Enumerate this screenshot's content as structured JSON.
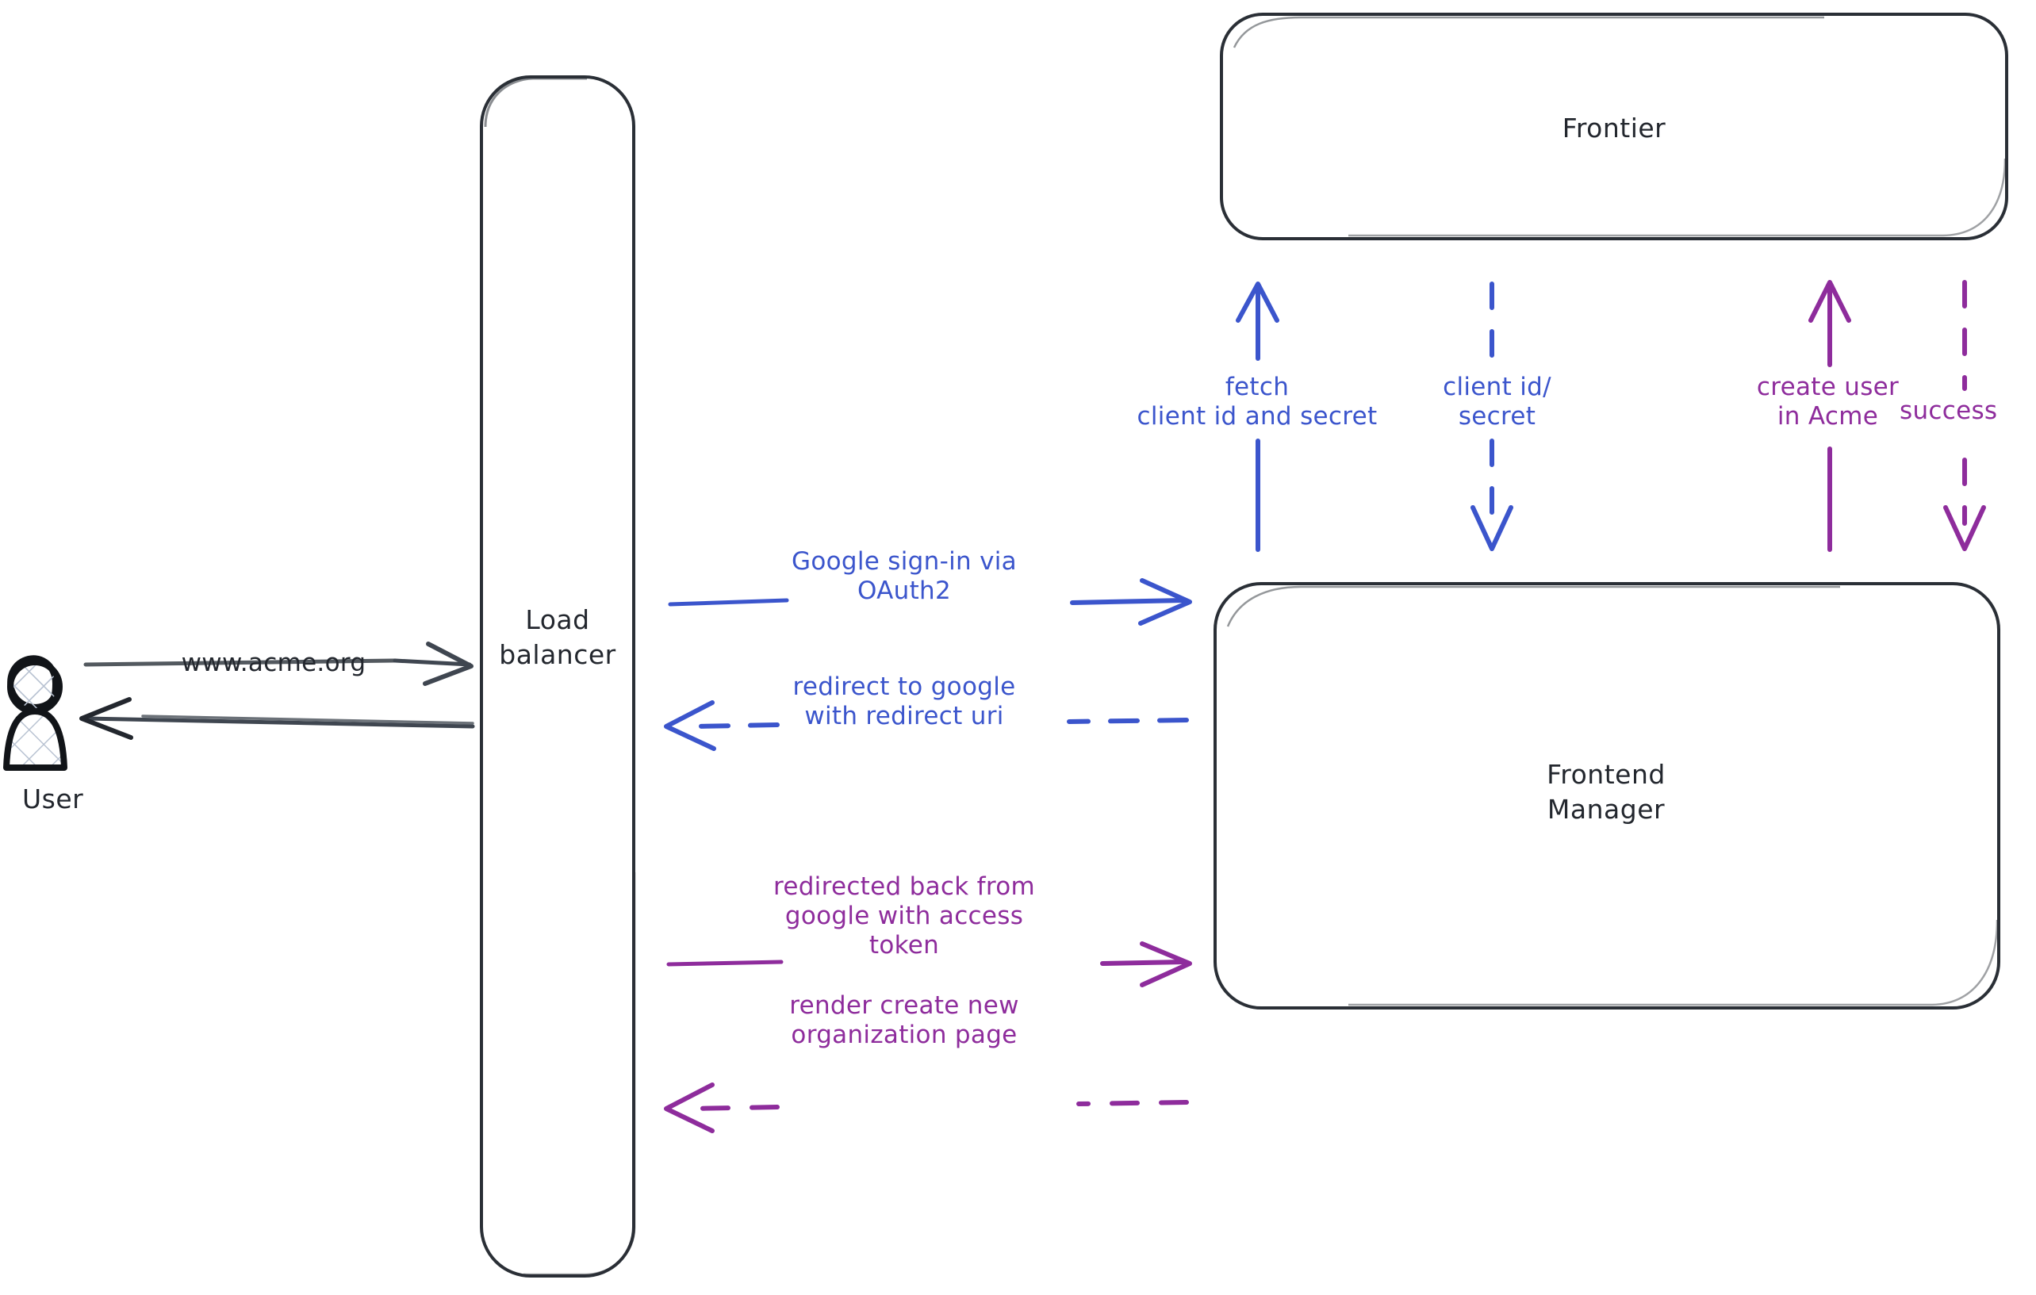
{
  "diagram": {
    "type": "sequence-architecture-flow",
    "background_color": "#ffffff",
    "nodes": [
      {
        "id": "user",
        "label": "User",
        "shape": "actor",
        "color": "#23272e"
      },
      {
        "id": "lb",
        "label": "Load\nbalancer",
        "shape": "rounded-rect",
        "color": "#2a2f36"
      },
      {
        "id": "frontier",
        "label": "Frontier",
        "shape": "rounded-rect",
        "color": "#2a2f36"
      },
      {
        "id": "fm",
        "label": "Frontend\nManager",
        "shape": "rounded-rect",
        "color": "#2a2f36"
      }
    ],
    "edges": [
      {
        "id": "e1",
        "label": "www.acme.org",
        "from": "user",
        "to": "lb",
        "style": "solid",
        "direction": "right",
        "color": "#3f4650"
      },
      {
        "id": "e2",
        "label": "",
        "from": "lb",
        "to": "user",
        "style": "solid",
        "direction": "left",
        "color": "#3f4650"
      },
      {
        "id": "e3",
        "label": "Google sign-in via\nOAuth2",
        "from": "lb",
        "to": "fm",
        "style": "solid",
        "direction": "right",
        "color": "#3b55cc"
      },
      {
        "id": "e4",
        "label": "redirect to google\nwith redirect uri",
        "from": "fm",
        "to": "lb",
        "style": "dashed",
        "direction": "left",
        "color": "#3b55cc"
      },
      {
        "id": "e5",
        "label": "fetch\nclient id and secret",
        "from": "fm",
        "to": "frontier",
        "style": "solid",
        "direction": "up",
        "color": "#3b55cc"
      },
      {
        "id": "e6",
        "label": "client id/\nsecret",
        "from": "frontier",
        "to": "fm",
        "style": "dashed",
        "direction": "down",
        "color": "#3b55cc"
      },
      {
        "id": "e7",
        "label": "redirected back from\ngoogle with access\ntoken",
        "from": "lb",
        "to": "fm",
        "style": "solid",
        "direction": "right",
        "color": "#8e2c9c"
      },
      {
        "id": "e8",
        "label": "render create new\norganization page",
        "from": "fm",
        "to": "lb",
        "style": "dashed",
        "direction": "left",
        "color": "#8e2c9c"
      },
      {
        "id": "e9",
        "label": "create user\nin Acme",
        "from": "fm",
        "to": "frontier",
        "style": "solid",
        "direction": "up",
        "color": "#8e2c9c"
      },
      {
        "id": "e10",
        "label": "success",
        "from": "frontier",
        "to": "fm",
        "style": "dashed",
        "direction": "down",
        "color": "#8e2c9c"
      }
    ],
    "colors": {
      "blue": "#3b55cc",
      "purple": "#8e2c9c",
      "stroke": "#2a2f36",
      "gray_arrow": "#3f4650",
      "hatch": "#b9c3d2"
    }
  }
}
